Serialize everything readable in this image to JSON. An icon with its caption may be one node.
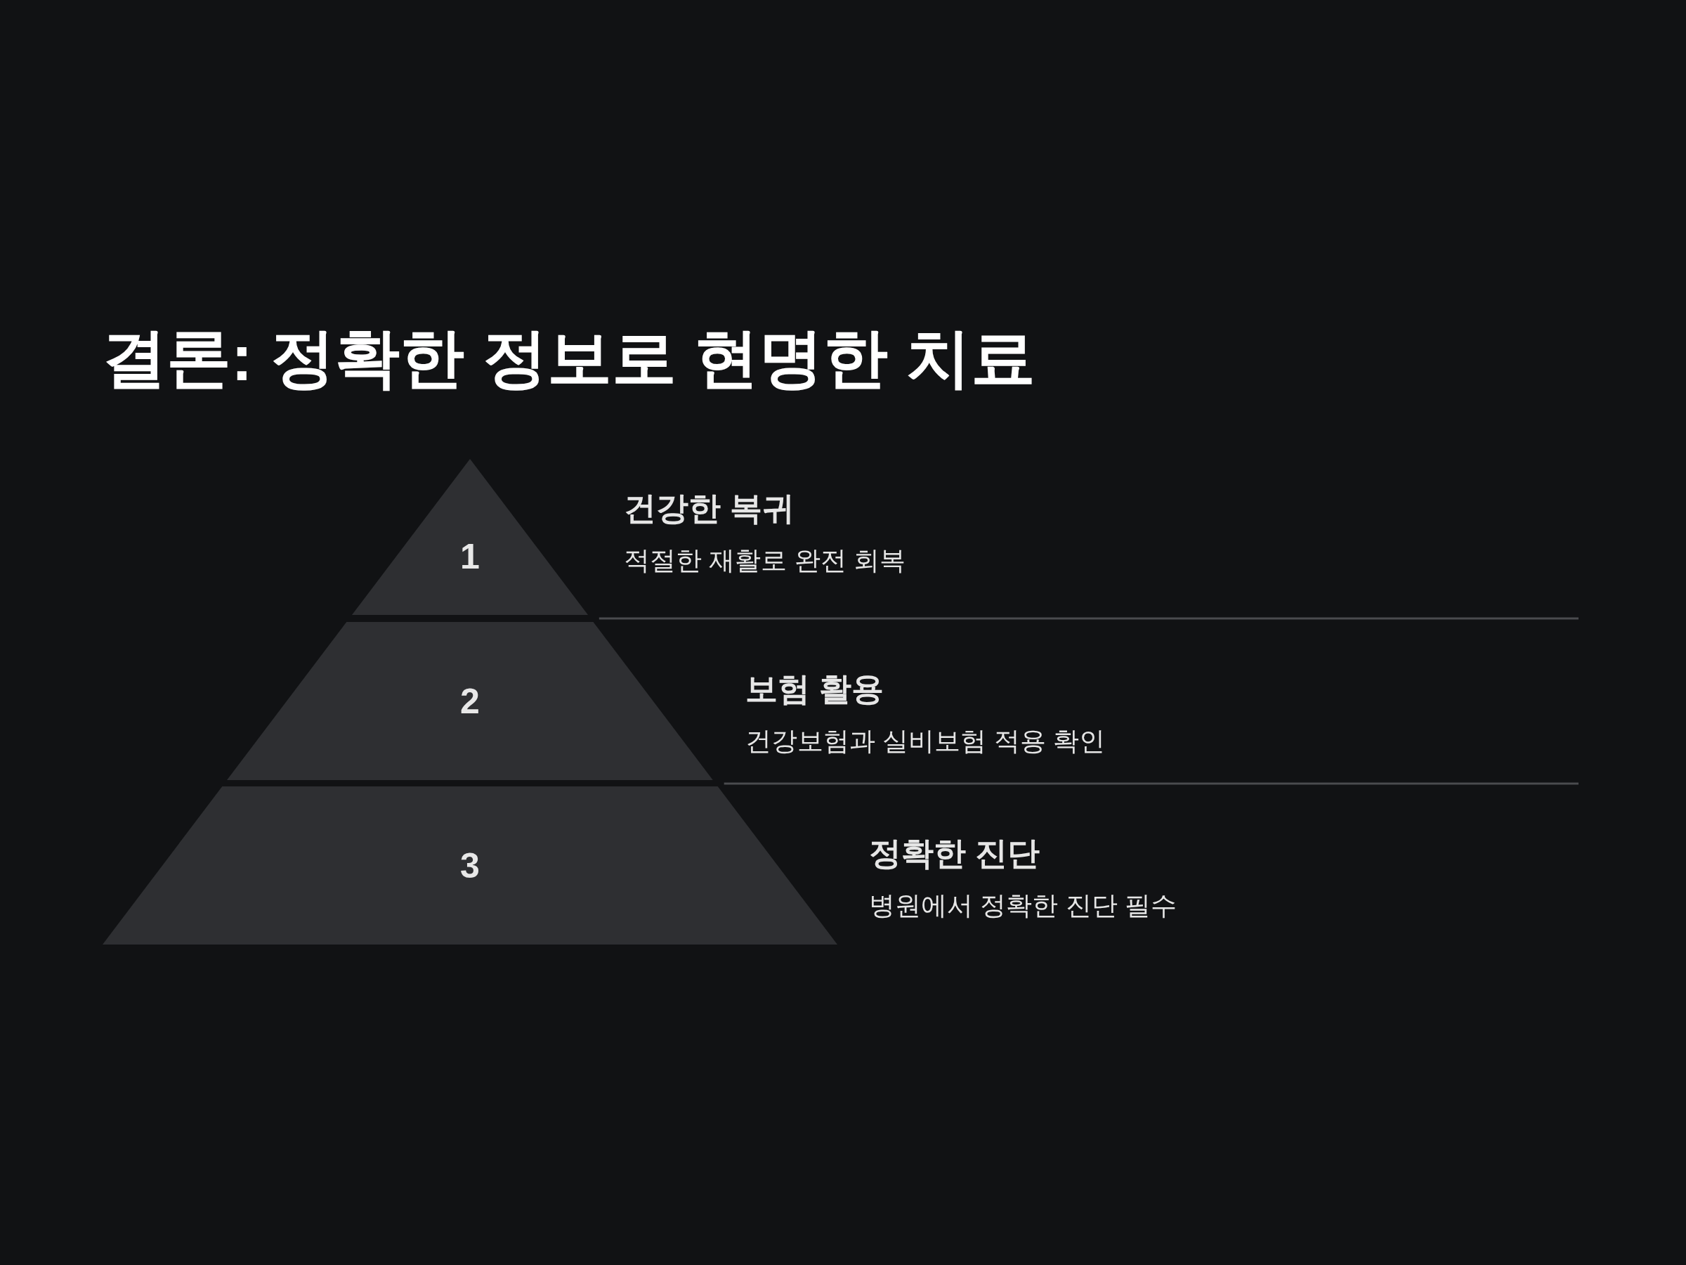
{
  "diagram": {
    "title": "결론: 정확한 정보로 현명한 치료",
    "nodes": [
      {
        "text": [
          "1"
        ],
        "beside": [
          "건강한 복귀",
          "적절한 재활로 완전 회복"
        ]
      },
      {
        "text": [
          "2"
        ],
        "beside": [
          "보험 활용",
          "건강보험과 실비보험 적용 확인"
        ]
      },
      {
        "text": [
          "3"
        ],
        "beside": [
          "정확한 진단",
          "병원에서 정확한 진단 필수"
        ]
      }
    ]
  }
}
